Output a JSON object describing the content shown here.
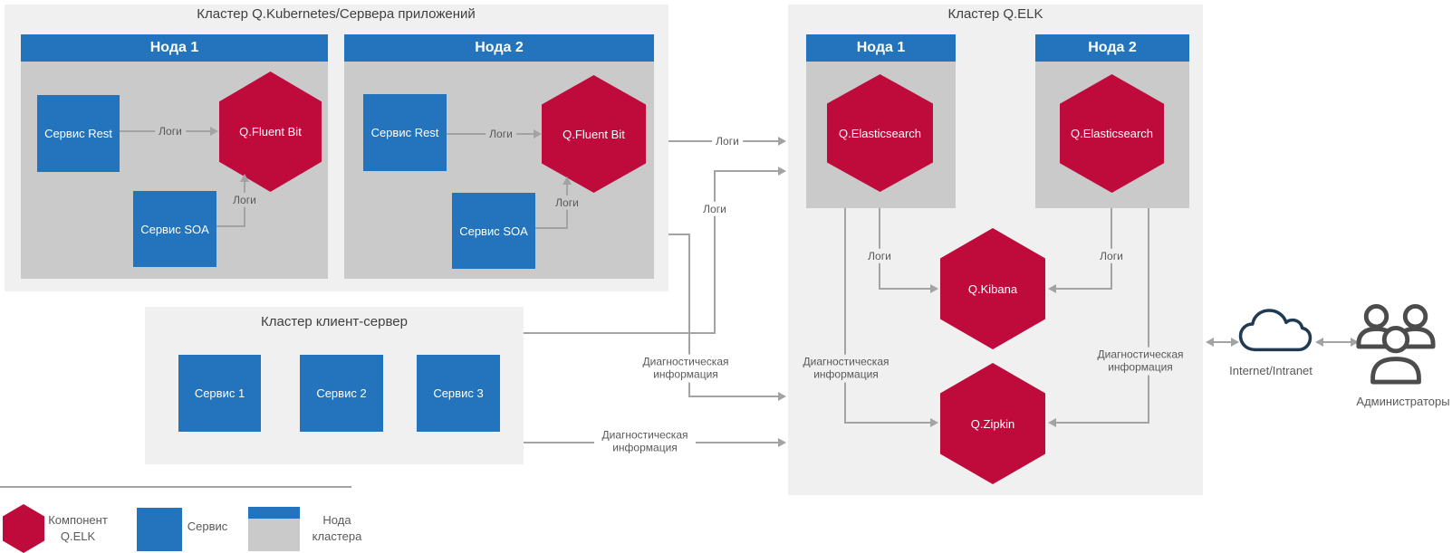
{
  "clusters": {
    "kubernetes": {
      "title": "Кластер Q.Kubernetes/Сервера приложений",
      "node1": "Нода 1",
      "node2": "Нода 2",
      "service_rest": "Сервис Rest",
      "service_soa": "Сервис SOA",
      "fluent_bit": "Q.Fluent Bit"
    },
    "client_server": {
      "title": "Кластер клиент-сервер",
      "service1": "Сервис 1",
      "service2": "Сервис 2",
      "service3": "Сервис 3"
    },
    "elk": {
      "title": "Кластер Q.ELK",
      "node1": "Нода 1",
      "node2": "Нода 2",
      "elasticsearch": "Q.Elasticsearch",
      "kibana": "Q.Kibana",
      "zipkin": "Q.Zipkin"
    }
  },
  "edges": {
    "logs": "Логи",
    "diagnostics": "Диагностическая информация"
  },
  "external": {
    "network": "Internet/Intranet",
    "admins": "Администраторы"
  },
  "legend": {
    "component": "Компонент Q.ELK",
    "service": "Сервис",
    "cluster_node": "Нода кластера"
  },
  "colors": {
    "accent_blue": "#2374BC",
    "accent_red": "#BF0A3C",
    "node_gray": "#CACACA",
    "cluster_bg": "#F0F0F0",
    "line_gray": "#A3A3A3",
    "text_gray": "#595959",
    "title_gray": "#404040",
    "cloud_stroke": "#203A54",
    "people_stroke": "#4C4C4C"
  }
}
